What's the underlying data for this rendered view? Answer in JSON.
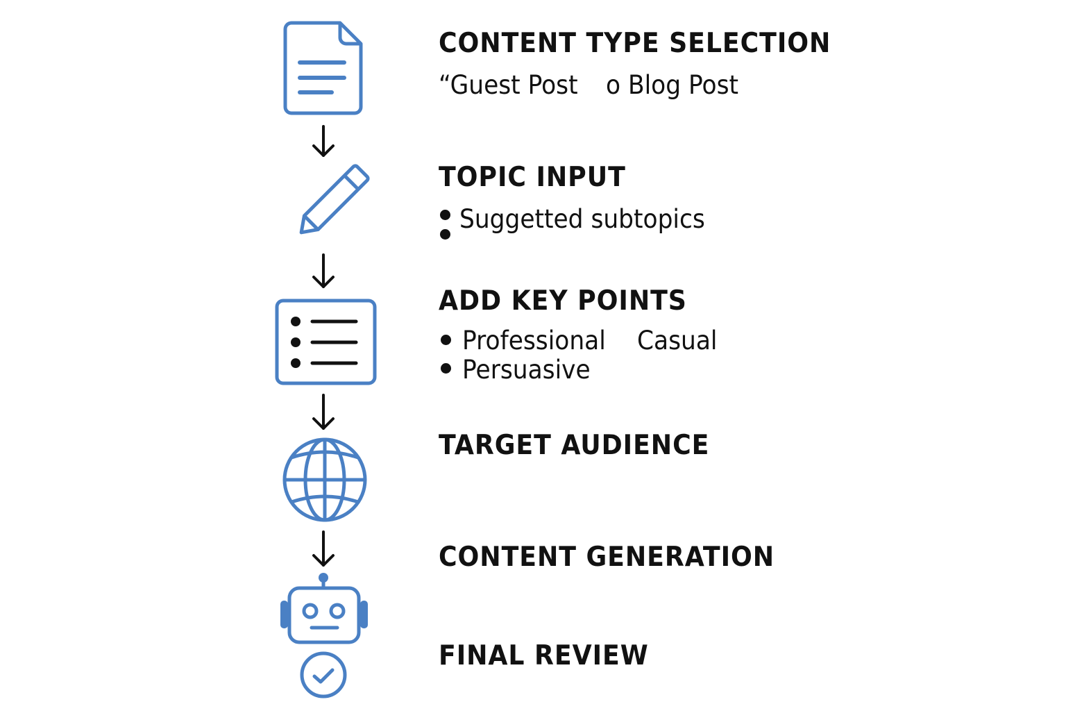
{
  "colors": {
    "accent": "#4a80c4",
    "text": "#111111",
    "background": "#ffffff"
  },
  "steps": [
    {
      "title": "CONTENT TYPE SELECTION",
      "icon": "document-icon",
      "options_text": [
        "“Guest Post",
        "o Blog Post"
      ]
    },
    {
      "title": "TOPIC INPUT",
      "icon": "pencil-icon",
      "bullets": [
        "Suggetted subtopics"
      ]
    },
    {
      "title": "ADD KEY POINTS",
      "icon": "list-icon",
      "bullets": [
        "Professional",
        "Persuasive"
      ],
      "extra": "Casual"
    },
    {
      "title": "TARGET AUDIENCE",
      "icon": "globe-icon"
    },
    {
      "title": "CONTENT GENERATION",
      "icon": "robot-icon"
    },
    {
      "title": "FINAL REVIEW",
      "icon": "check-circle-icon"
    }
  ],
  "connectors": [
    "arrow-down-icon",
    "arrow-down-icon",
    "arrow-down-icon",
    "arrow-down-icon",
    "arrow-down-icon"
  ]
}
